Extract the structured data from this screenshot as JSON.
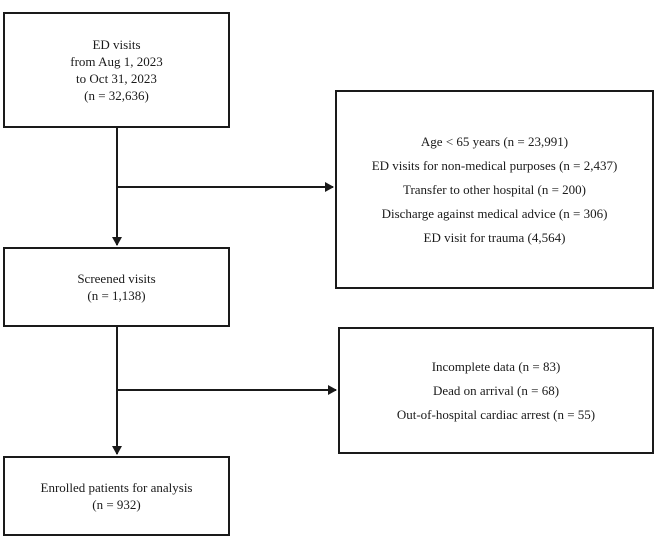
{
  "boxes": {
    "visits": {
      "lines": [
        "ED visits",
        "from Aug 1, 2023",
        "to Oct 31, 2023",
        "(n = 32,636)"
      ]
    },
    "exclusion_1": {
      "lines": [
        "Age < 65 years (n = 23,991)",
        "ED visits for non-medical purposes (n = 2,437)",
        "Transfer to other hospital (n = 200)",
        "Discharge against medical advice (n = 306)",
        "ED visit for trauma (4,564)"
      ]
    },
    "screened": {
      "lines": [
        "Screened visits",
        "(n = 1,138)"
      ]
    },
    "exclusion_2": {
      "lines": [
        "Incomplete data (n = 83)",
        "Dead on arrival (n = 68)",
        "Out-of-hospital cardiac arrest (n = 55)"
      ]
    },
    "enrolled": {
      "lines": [
        "Enrolled patients for analysis",
        "(n = 932)"
      ]
    }
  },
  "colors": {
    "stroke": "#1a1a1a",
    "background": "#ffffff"
  }
}
